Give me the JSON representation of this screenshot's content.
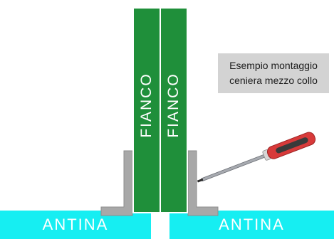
{
  "antina": {
    "left_label": "ANTINA",
    "right_label": "ANTINA"
  },
  "fianco": {
    "left_label": "FIANCO",
    "right_label": "FIANCO"
  },
  "callout": {
    "line1": "Esempio montaggio",
    "line2": "ceniera mezzo collo"
  },
  "colors": {
    "antina": "#16eef2",
    "fianco": "#1f8f3a",
    "bracket": "#a8a8a8",
    "callout_bg": "#d3d3d3",
    "screwdriver_handle": "#d83a3a"
  },
  "icons": {
    "tool": "screwdriver-icon"
  }
}
